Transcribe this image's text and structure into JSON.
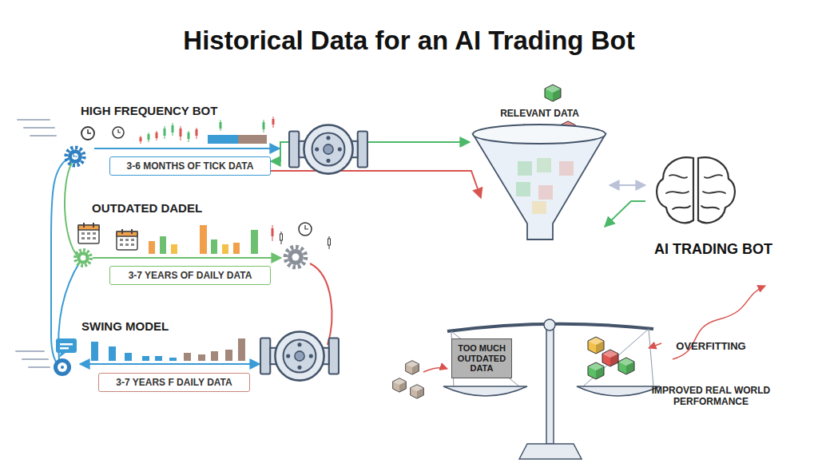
{
  "diagram": {
    "title": "Historical Data for an AI Trading Bot",
    "nodes": [
      {
        "text": [
          "HIGH FREQUENCY BOT",
          "3-6 MONTHS OF TICK DATA"
        ]
      },
      {
        "text": [
          "OUTDATED DADEL",
          "3-7 YEARS OF DAILY DATA"
        ]
      },
      {
        "text": [
          "SWING MODEL",
          "3-7 YEARS F DAILY DATA"
        ]
      },
      {
        "text": [
          "RELEVANT DATA"
        ]
      },
      {
        "text": [
          "AI TRADING BOT"
        ]
      },
      {
        "text": [
          "TOO MUCH OUTDATED DATA"
        ]
      }
    ],
    "edges": [
      {
        "from": 0,
        "to": 3,
        "arrow": "both"
      },
      {
        "from": 0,
        "to": 3,
        "arrow": "to"
      },
      {
        "from": 3,
        "to": 4,
        "arrow": "both"
      },
      {
        "from": 4,
        "to": 3,
        "arrow": "to"
      }
    ],
    "labels": [
      "OVERFITTING",
      "IMPROVED REAL WORLD PERFORMANCE"
    ]
  }
}
